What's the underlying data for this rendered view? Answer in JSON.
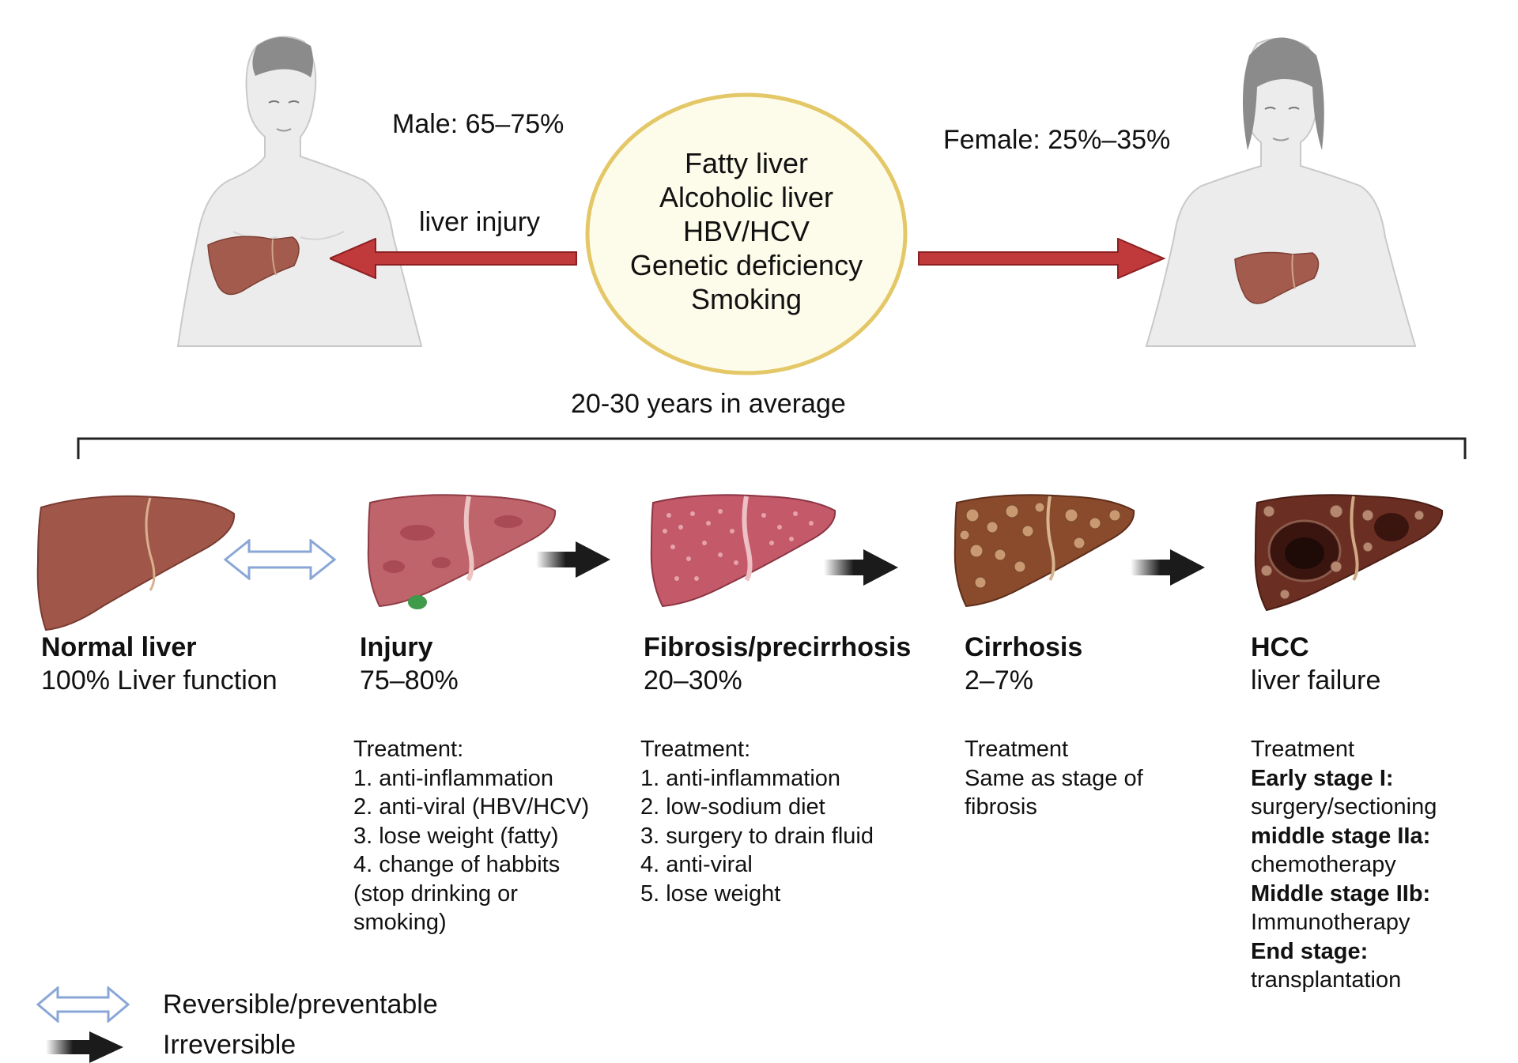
{
  "top": {
    "male_label": "Male: 65–75%",
    "female_label": "Female: 25%–35%",
    "injury_label": "liver injury",
    "causes": [
      "Fatty liver",
      "Alcoholic liver",
      "HBV/HCV",
      "Genetic deficiency",
      "Smoking"
    ],
    "timeline_label": "20-30 years in average"
  },
  "stages": [
    {
      "name": "Normal liver",
      "value": "100% Liver function"
    },
    {
      "name": "Injury",
      "value": "75–80%"
    },
    {
      "name": "Fibrosis/precirrhosis",
      "value": "20–30%"
    },
    {
      "name": "Cirrhosis",
      "value": "2–7%"
    },
    {
      "name": "HCC",
      "value": "liver failure"
    }
  ],
  "treatments": {
    "injury": [
      "Treatment:",
      "1. anti-inflammation",
      "2. anti-viral (HBV/HCV)",
      "3. lose weight (fatty)",
      "4. change of habbits",
      "(stop drinking or",
      "smoking)"
    ],
    "fibrosis": [
      "Treatment:",
      "1. anti-inflammation",
      "2. low-sodium diet",
      "3. surgery to drain fluid",
      "4. anti-viral",
      "5. lose weight"
    ],
    "cirrhosis": [
      "Treatment",
      "Same as stage of",
      "fibrosis"
    ],
    "hcc": {
      "heading": "Treatment",
      "items": [
        {
          "stage": "Early stage I:",
          "therapy": "surgery/sectioning"
        },
        {
          "stage": "middle stage IIa:",
          "therapy": "chemotherapy"
        },
        {
          "stage": "Middle stage IIb:",
          "therapy": "Immunotherapy"
        },
        {
          "stage": "End stage:",
          "therapy": "transplantation"
        }
      ]
    }
  },
  "legend": {
    "reversible": "Reversible/preventable",
    "irreversible": "Irreversible"
  },
  "colors": {
    "red_arrow": "#c0393b",
    "causes_circle_fill": "#fdfcea",
    "causes_circle_stroke": "#e4c766",
    "liver_normal": "#a0574a",
    "reversible_arrow": "#8aa6d6",
    "irreversible_arrow": "#1b1b1b"
  }
}
